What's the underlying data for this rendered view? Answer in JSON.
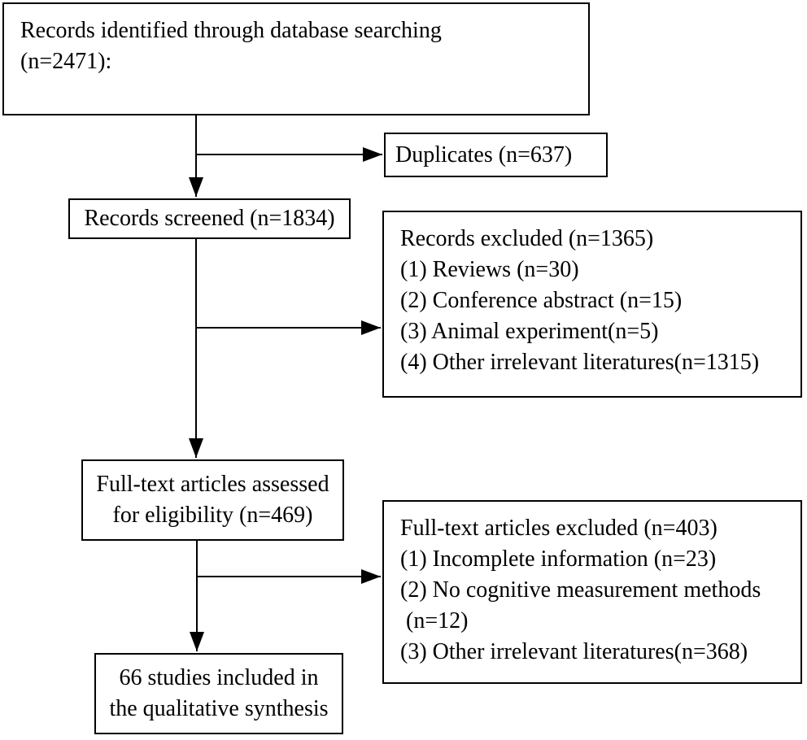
{
  "boxes": {
    "identified": {
      "text": "Records identified through database searching\n(n=2471):"
    },
    "duplicates": {
      "text": "Duplicates (n=637)"
    },
    "screened": {
      "text": "Records screened (n=1834)"
    },
    "records_excluded": {
      "text": "Records excluded (n=1365)\n(1) Reviews (n=30)\n(2) Conference abstract (n=15)\n(3) Animal experiment(n=5)\n(4) Other irrelevant literatures(n=1315)"
    },
    "fulltext_assessed": {
      "text": "Full-text articles assessed\nfor eligibility (n=469)"
    },
    "fulltext_excluded": {
      "text": "Full-text articles excluded (n=403)\n(1) Incomplete information (n=23)\n(2) No cognitive measurement methods\n (n=12)\n(3) Other irrelevant literatures(n=368)"
    },
    "included": {
      "text": "66 studies included in\nthe qualitative synthesis"
    }
  },
  "colors": {
    "line": "#000000",
    "border": "#000000",
    "background": "#ffffff",
    "text": "#000000"
  }
}
